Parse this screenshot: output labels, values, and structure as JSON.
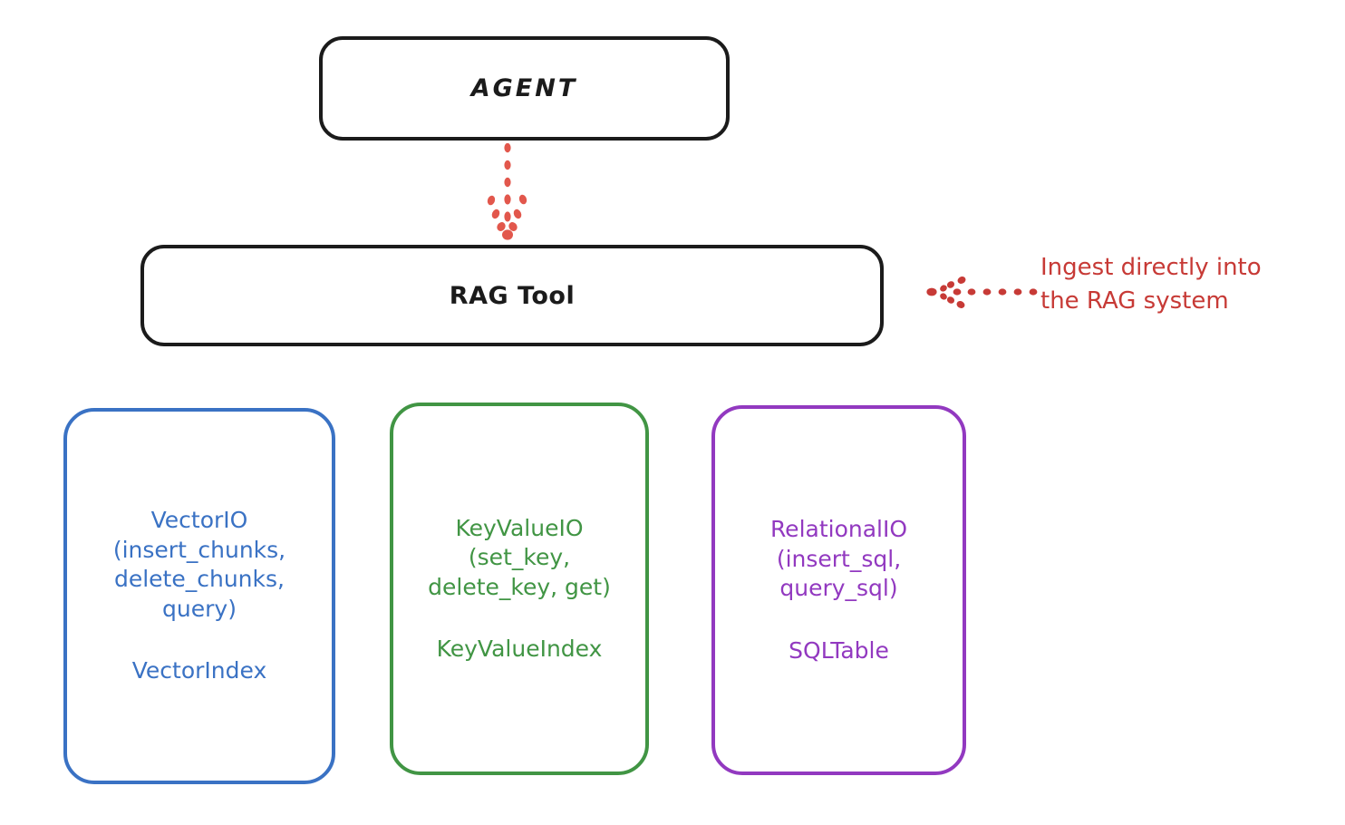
{
  "diagram": {
    "title": "RAG Tool architecture diagram",
    "background": "#ffffff",
    "colors": {
      "black": "#1b1b1b",
      "blue": "#3a72c4",
      "green": "#419544",
      "purple": "#9239c0",
      "arrow_salmon": "#e2574c",
      "annotation_red": "#c73a36"
    }
  },
  "nodes": {
    "agent": {
      "label": "AGENT",
      "stroke": "#1b1b1b"
    },
    "rag_tool": {
      "label": "RAG Tool",
      "stroke": "#1b1b1b"
    },
    "vector_io": {
      "title": "VectorIO\n(insert_chunks,\ndelete_chunks,\nquery)",
      "subtitle": "VectorIndex",
      "stroke": "#3a72c4"
    },
    "key_value_io": {
      "title": "KeyValueIO\n(set_key,\ndelete_key, get)",
      "subtitle": "KeyValueIndex",
      "stroke": "#419544"
    },
    "relational_io": {
      "title": "RelationalIO\n(insert_sql,\nquery_sql)",
      "subtitle": "SQLTable",
      "stroke": "#9239c0"
    }
  },
  "edges": {
    "agent_to_rag_tool": {
      "style": "dotted",
      "direction": "down",
      "color": "#e2574c",
      "label": ""
    },
    "ingest_into_rag": {
      "style": "dotted",
      "direction": "left",
      "color": "#c73a36",
      "label": "Ingest directly into\nthe RAG system"
    }
  }
}
